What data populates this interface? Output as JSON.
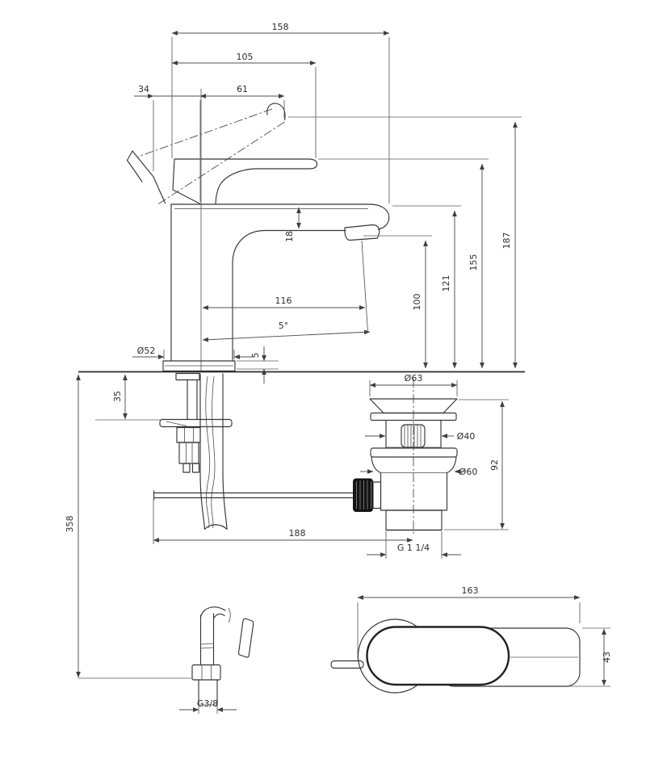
{
  "colors": {
    "background": "#ffffff",
    "drawing_line": "#363636",
    "dimension_line": "#4f4f4f",
    "text": "#2e2e2e",
    "knob_fill": "#141414"
  },
  "dims": {
    "overall_depth": "158",
    "depth_to_spout_tip": "105",
    "handle_back_offset": "34",
    "handle_length": "61",
    "spout_underside_drop": "18",
    "spout_reach": "116",
    "spray_angle": "5°",
    "aerator_height": "100",
    "deck_height": "121",
    "spout_top_height": "155",
    "overall_height": "187",
    "base_diameter": "Ø52",
    "base_plate_height": "5",
    "counter_thickness": "35",
    "hose_drop_length": "358",
    "waste_flange_diameter": "Ø63",
    "waste_plug_diameter": "Ø40",
    "waste_body_diameter": "Ø60",
    "waste_height": "92",
    "rod_reach": "188",
    "waste_thread": "G 1 1/4",
    "hose_thread": "G3/8",
    "top_view_length": "163",
    "top_view_width": "43"
  }
}
